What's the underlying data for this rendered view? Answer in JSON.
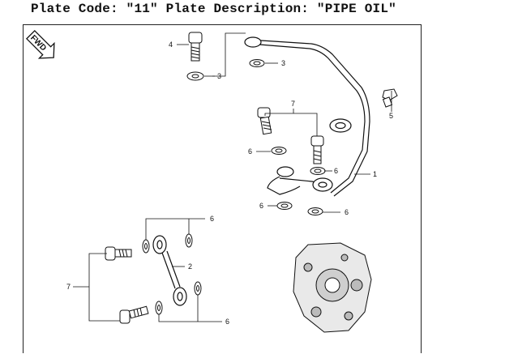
{
  "header": {
    "code_label": "Plate Code:",
    "code_value": "\"11\"",
    "desc_label": "Plate Description:",
    "desc_value": "\"PIPE OIL\""
  },
  "fwd_badge": "FWD",
  "callouts": {
    "c1": "1",
    "c2": "2",
    "c3a": "3",
    "c3b": "3",
    "c4": "4",
    "c5": "5",
    "c6a": "6",
    "c6b": "6",
    "c6c": "6",
    "c6d": "6",
    "c6e": "6",
    "c6f": "6",
    "c7a": "7",
    "c7b": "7"
  }
}
